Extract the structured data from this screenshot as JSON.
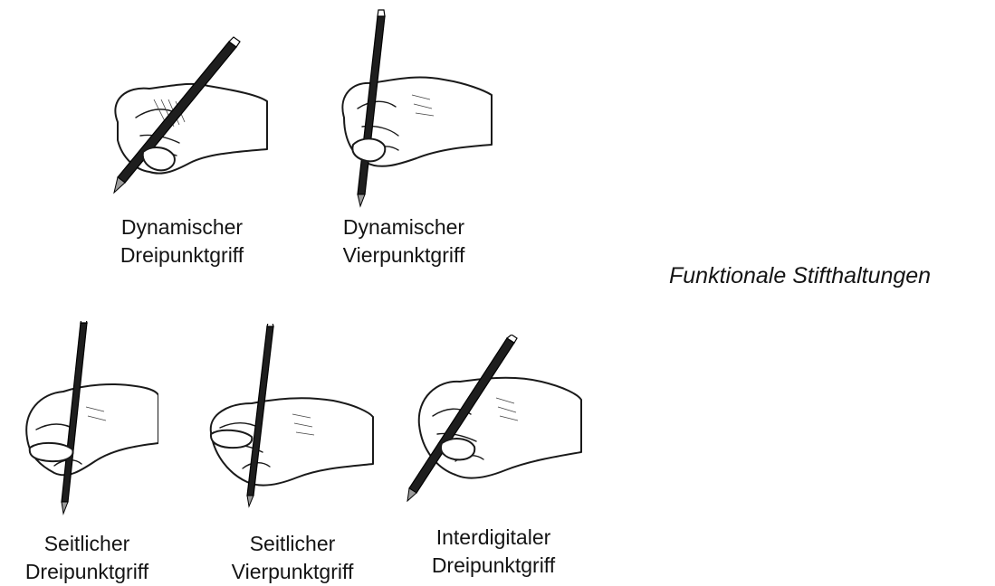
{
  "title": "Funktionale Stifthaltungen",
  "grips": [
    {
      "line1": "Dynamischer",
      "line2": "Dreipunktgriff"
    },
    {
      "line1": "Dynamischer",
      "line2": "Vierpunktgriff"
    },
    {
      "line1": "Seitlicher",
      "line2": "Dreipunktgriff"
    },
    {
      "line1": "Seitlicher",
      "line2": "Vierpunktgriff"
    },
    {
      "line1": "Interdigitaler",
      "line2": "Dreipunktgriff"
    }
  ]
}
